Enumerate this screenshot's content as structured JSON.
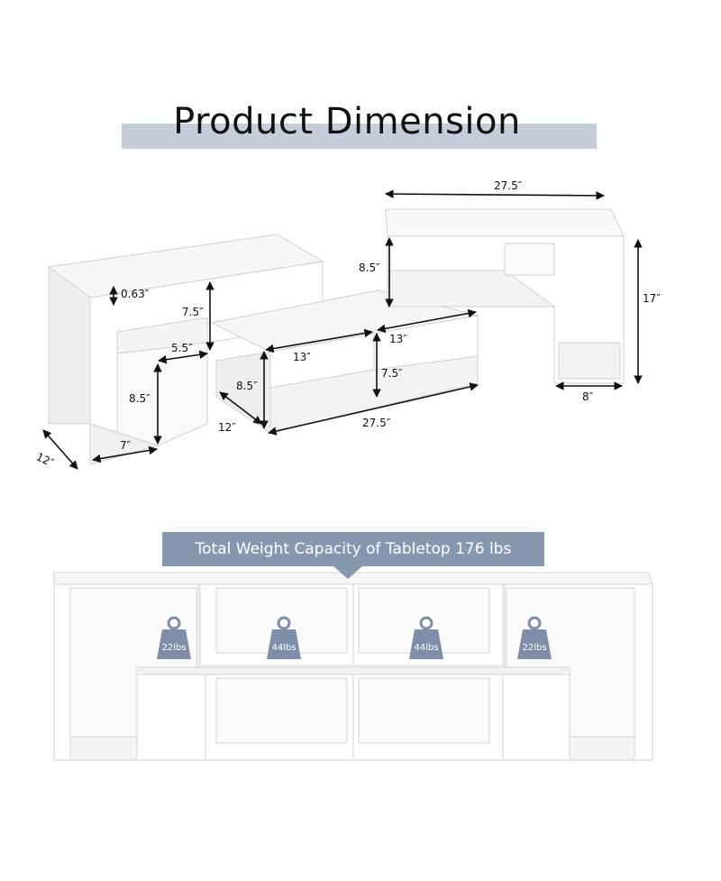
{
  "header": {
    "title": "Product Dimension"
  },
  "colors": {
    "title_band": "#c4cdd9",
    "banner": "#8697b0",
    "weight": "#7d8ea8",
    "shelf_face": "#ffffff",
    "shelf_edge": "#d0d0d0"
  },
  "dimensions": {
    "top_width": "27.5″",
    "top_shelf_height": "8.5″",
    "total_height": "17″",
    "bottom_width": "8″",
    "board_thickness": "0.63″",
    "left_compartment_height": "7.5″",
    "left_step_width": "5.5″",
    "left_lower_height": "8.5″",
    "left_bottom_width": "7″",
    "left_depth": "12″",
    "mid_left_width": "13″",
    "mid_right_width": "13″",
    "mid_height_left": "8.5″",
    "mid_height_right": "7.5″",
    "mid_depth": "12″",
    "mid_total_width": "27.5″"
  },
  "capacity": {
    "banner": "Total Weight Capacity of  Tabletop 176 lbs",
    "weights": [
      "22lbs",
      "44lbs",
      "44lbs",
      "22lbs"
    ]
  }
}
